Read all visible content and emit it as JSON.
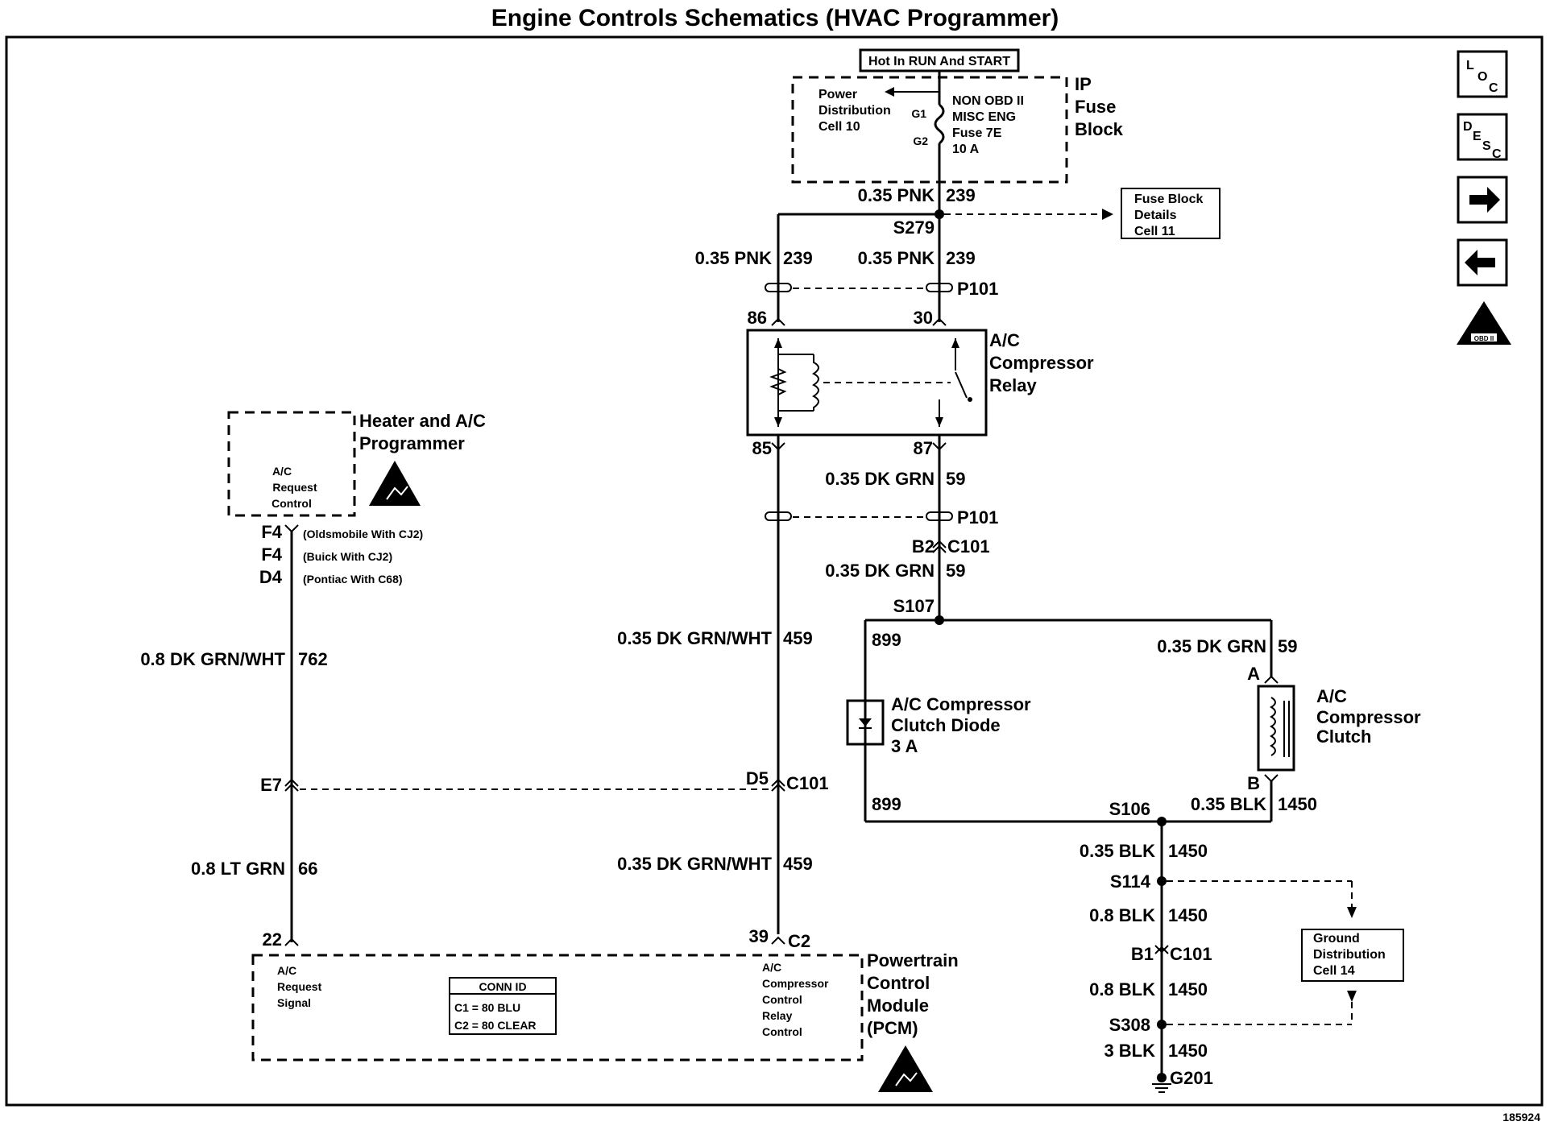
{
  "title": "Engine Controls Schematics (HVAC Programmer)",
  "figure_id": "185924",
  "nav": {
    "loc": [
      "L",
      "O",
      "C"
    ],
    "desc": [
      "D",
      "E",
      "S",
      "C"
    ],
    "next": "➔",
    "prev": "⇦",
    "obd_badge": "OBD II"
  },
  "fuse": {
    "hot_label": "Hot In RUN And START",
    "ip_block": [
      "IP",
      "Fuse",
      "Block"
    ],
    "power_dist": [
      "Power",
      "Distribution",
      "Cell 10"
    ],
    "g1": "G1",
    "g2": "G2",
    "fuse_desc": [
      "NON OBD II",
      "MISC ENG",
      "Fuse 7E",
      "10 A"
    ],
    "wire_top": [
      "0.35 PNK",
      "239"
    ],
    "splice": "S279",
    "details": [
      "Fuse Block",
      "Details",
      "Cell 11"
    ],
    "wire_left": [
      "0.35 PNK",
      "239"
    ],
    "wire_right": [
      "0.35 PNK",
      "239"
    ],
    "connector": "P101"
  },
  "relay": {
    "pin86": "86",
    "pin30": "30",
    "pin85": "85",
    "pin87": "87",
    "name": [
      "A/C",
      "Compressor",
      "Relay"
    ],
    "wire87": [
      "0.35 DK GRN",
      "59"
    ],
    "connector": "P101",
    "c101_pin": "B2",
    "c101": "C101",
    "wire_s107": [
      "0.35 DK GRN",
      "59"
    ],
    "splice": "S107"
  },
  "clutch": {
    "wire899_top": "899",
    "wire899_bot": "899",
    "diode": [
      "A/C Compressor",
      "Clutch Diode",
      "3 A"
    ],
    "wire_a": [
      "0.35 DK GRN",
      "59"
    ],
    "pinA": "A",
    "pinB": "B",
    "name": [
      "A/C",
      "Compressor",
      "Clutch"
    ],
    "splice_s106": "S106",
    "wire_b": [
      "0.35 BLK",
      "1450"
    ]
  },
  "ground": {
    "w1": [
      "0.35 BLK",
      "1450"
    ],
    "s114": "S114",
    "w2": [
      "0.8 BLK",
      "1450"
    ],
    "b1": "B1",
    "c101": "C101",
    "w3": [
      "0.8 BLK",
      "1450"
    ],
    "s308": "S308",
    "w4": [
      "3 BLK",
      "1450"
    ],
    "g201": "G201",
    "dist": [
      "Ground",
      "Distribution",
      "Cell 14"
    ]
  },
  "programmer": {
    "name": [
      "Heater and A/C",
      "Programmer"
    ],
    "inside": [
      "A/C",
      "Request",
      "Control"
    ],
    "pins": [
      {
        "pin": "F4",
        "note": "(Oldsmobile With CJ2)"
      },
      {
        "pin": "F4",
        "note": "(Buick With CJ2)"
      },
      {
        "pin": "D4",
        "note": "(Pontiac With C68)"
      }
    ],
    "wire762": [
      "0.8 DK GRN/WHT",
      "762"
    ],
    "e7": "E7",
    "wire66": [
      "0.8 LT GRN",
      "66"
    ],
    "pin22": "22"
  },
  "relay_control": {
    "wire459_top": [
      "0.35 DK GRN/WHT",
      "459"
    ],
    "d5": "D5",
    "c101": "C101",
    "wire459_bot": [
      "0.35 DK GRN/WHT",
      "459"
    ],
    "pin39": "39",
    "c2": "C2"
  },
  "pcm": {
    "left": [
      "A/C",
      "Request",
      "Signal"
    ],
    "conn_title": "CONN ID",
    "conn_rows": [
      "C1 = 80 BLU",
      "C2 = 80 CLEAR"
    ],
    "right": [
      "A/C",
      "Compressor",
      "Control",
      "Relay",
      "Control"
    ],
    "name": [
      "Powertrain",
      "Control",
      "Module",
      "(PCM)"
    ]
  }
}
